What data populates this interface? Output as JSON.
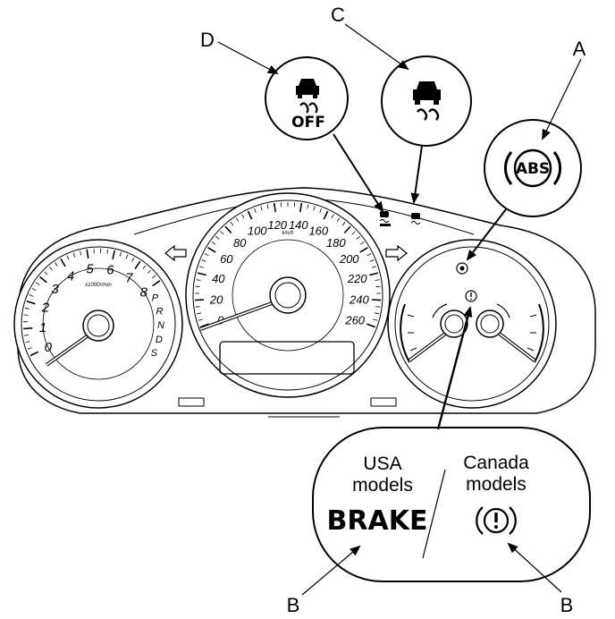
{
  "callouts": {
    "a": "A",
    "b_left": "B",
    "b_right": "B",
    "c": "C",
    "d": "D"
  },
  "icons": {
    "vsa_off_text": "OFF",
    "abs_text": "ABS"
  },
  "speedometer": {
    "unit": "km/h",
    "ticks": [
      "0",
      "20",
      "40",
      "60",
      "80",
      "100",
      "120",
      "140",
      "160",
      "180",
      "200",
      "220",
      "240",
      "260"
    ]
  },
  "tachometer": {
    "unit": "x1000r/min",
    "ticks": [
      "0",
      "1",
      "2",
      "3",
      "4",
      "5",
      "6",
      "7",
      "8"
    ],
    "gears": [
      "P",
      "R",
      "N",
      "D",
      "S"
    ]
  },
  "legend": {
    "usa_line1": "USA",
    "usa_line2": "models",
    "canada_line1": "Canada",
    "canada_line2": "models",
    "brake_label": "BRAKE",
    "canada_symbol": "(!)"
  },
  "colors": {
    "ink": "#000000",
    "paper": "#ffffff"
  }
}
